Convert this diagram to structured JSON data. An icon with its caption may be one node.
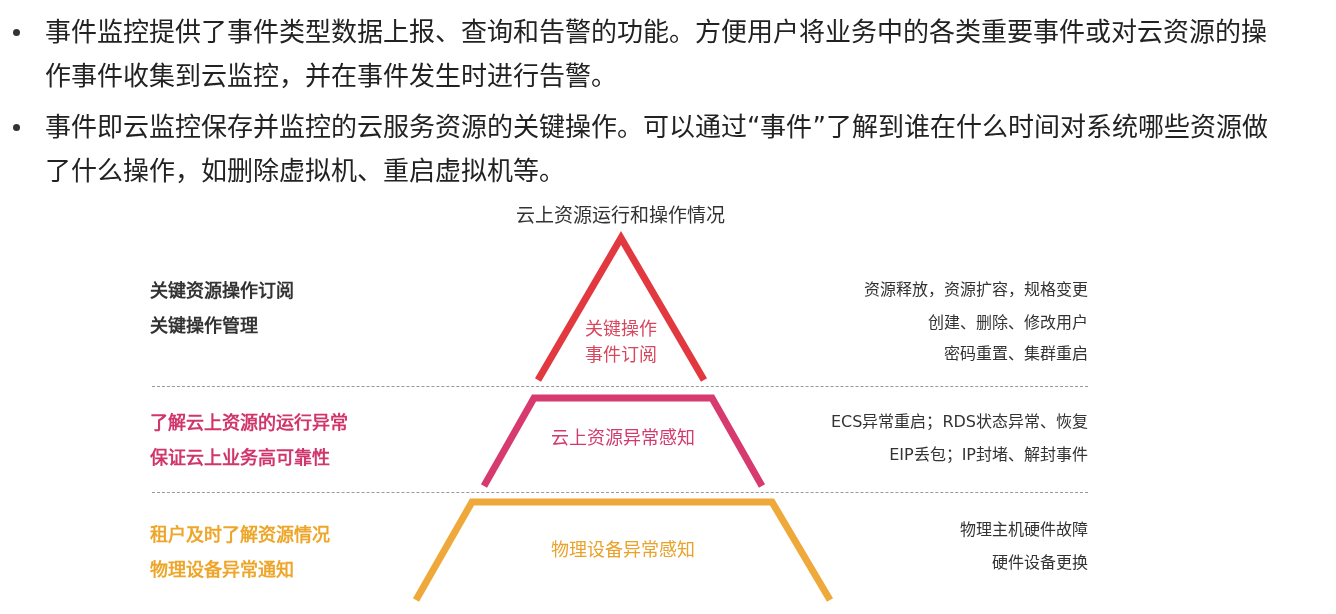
{
  "diagram": {
    "nodes": [
      {
        "text": [
          "关键操作事件订阅"
        ]
      },
      {
        "text": [
          "云上资源异常感知"
        ]
      },
      {
        "text": [
          "物理设备异常感知"
        ]
      }
    ],
    "labels": [
      "事件监控提供了事件类型数据上报、查询和告警的功能。方便用户将业务中的各类重要事件或对云资源的操作事件收集到云监控，并在事件发生时进行告警。",
      "事件即云监控保存并监控的云服务资源的关键操作。可以通过“事件”了解到谁在什么时间对系统哪些资源做了什么操作，如删除虚拟机、重启虚拟机等。",
      "云上资源运行和操作情况",
      "关键资源操作订阅",
      "关键操作管理",
      "资源释放，资源扩容，规格变更",
      "创建、删除、修改用户",
      "密码重置、集群重启",
      "了解云上资源的运行异常",
      "保证云上业务高可靠性",
      "ECS异常重启；RDS状态异常、恢复",
      "EIP丢包；IP封堵、解封事件",
      "租户及时了解资源情况",
      "物理设备异常通知",
      "物理主机硬件故障",
      "硬件设备更换"
    ]
  }
}
